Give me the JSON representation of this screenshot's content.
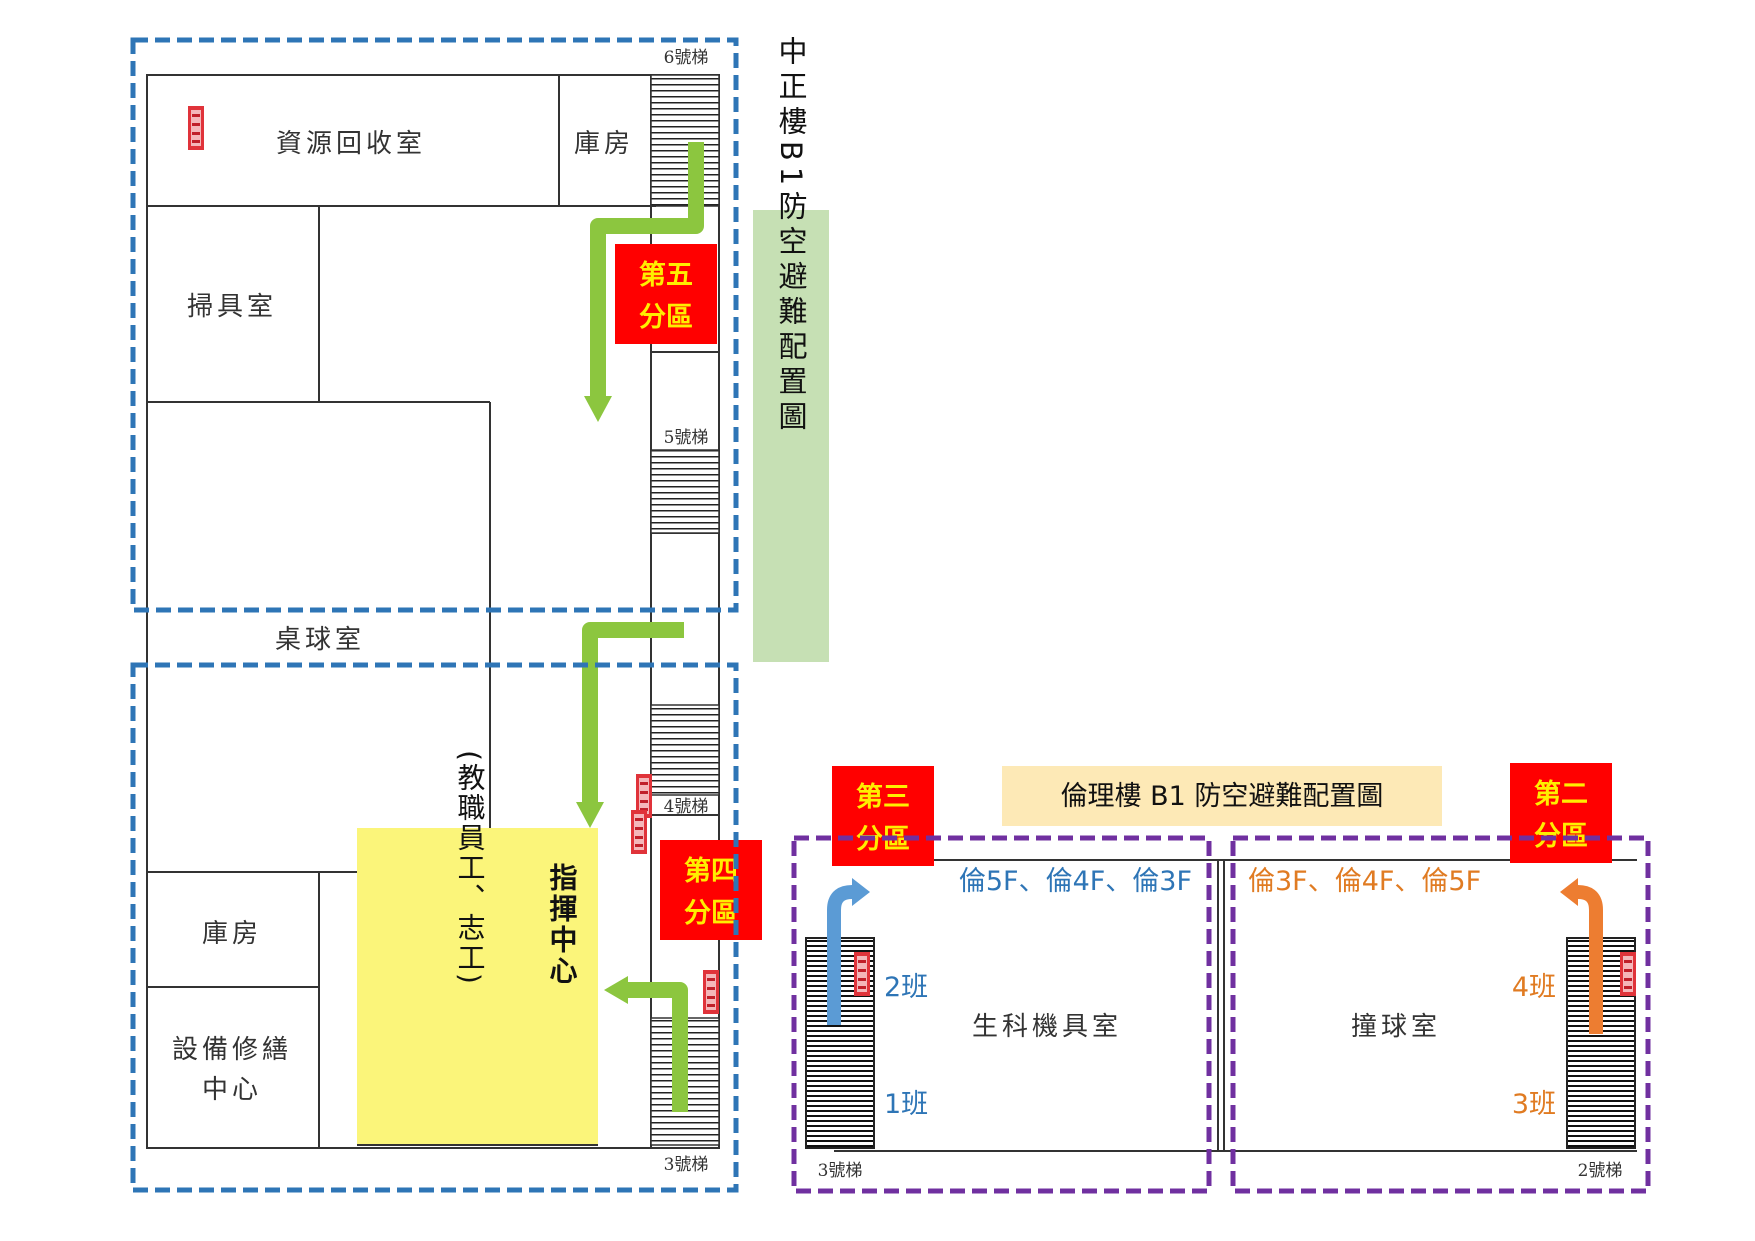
{
  "zhongzheng": {
    "title": "中正樓B1防空避難配置圖",
    "rooms": {
      "recycling": "資源回收室",
      "storage_top": "庫房",
      "janitor": "掃具室",
      "billiards": "桌球室",
      "storage_bottom": "庫房",
      "repair_line1": "設備修繕",
      "repair_line2": "中心"
    },
    "stairs": {
      "s6": "6號梯",
      "s5": "5號梯",
      "s4": "4號梯",
      "s3": "3號梯"
    },
    "command_center": {
      "title": "指揮中心",
      "staff": "(教職員工、志工)"
    },
    "zones": {
      "zone5_line1": "第五",
      "zone5_line2": "分區",
      "zone4_line1": "第四",
      "zone4_line2": "分區"
    }
  },
  "lunli": {
    "title": "倫理樓 B1 防空避難配置圖",
    "rooms": {
      "biology": "生科機具室",
      "billiards": "撞球室"
    },
    "stairs": {
      "s3": "3號梯",
      "s2": "2號梯"
    },
    "zones": {
      "zone3_line1": "第三",
      "zone3_line2": "分區",
      "zone2_line1": "第二",
      "zone2_line2": "分區"
    },
    "floors_left": "倫5F、倫4F、倫3F",
    "floors_right": "倫3F、倫4F、倫5F",
    "classes": {
      "c2": "2班",
      "c1": "1班",
      "c4": "4班",
      "c3": "3班"
    }
  },
  "colors": {
    "blue_dash": "#2e75b6",
    "purple_dash": "#7030a0",
    "arrow_green": "#8cc63f",
    "arrow_blue": "#5b9bd5",
    "arrow_orange": "#ed7d31",
    "zone_red": "#ff0000",
    "zone_text": "#ffee00",
    "command_yellow": "#fbf57a",
    "title_green": "#c6e0b4",
    "title_peach": "#fde9b6"
  },
  "icons": [
    "extinguisher-icon"
  ]
}
